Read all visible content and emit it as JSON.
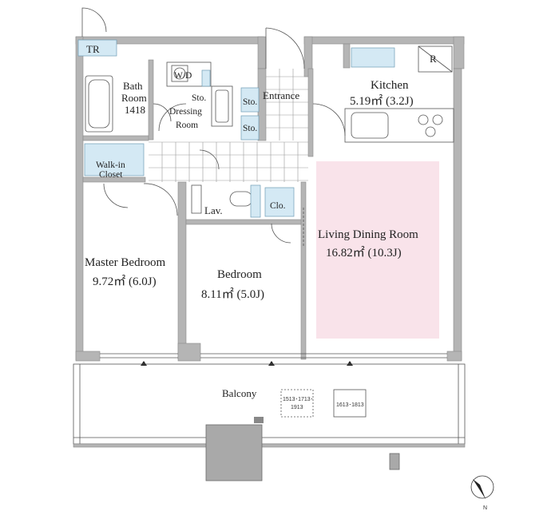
{
  "labels": {
    "tr": "TR",
    "bath_room": "Bath",
    "bath_room_2": "Room",
    "bath_size": "1418",
    "wd": "W/D",
    "sto_dressing": "Sto.",
    "dressing_room": "Dressing",
    "dressing_room_2": "Room",
    "sto_entrance_1": "Sto.",
    "sto_entrance_2": "Sto.",
    "entrance": "Entrance",
    "kitchen": "Kitchen",
    "kitchen_area": "5.19㎡ (3.2J)",
    "refrigerator": "R",
    "walk_in_closet": "Walk-in",
    "walk_in_closet_2": "Closet",
    "lav": "Lav.",
    "clo": "Clo.",
    "living_dining_room": "Living Dining Room",
    "living_area": "16.82㎡ (10.3J)",
    "master_bedroom": "Master Bedroom",
    "master_area": "9.72㎡ (6.0J)",
    "bedroom": "Bedroom",
    "bedroom_area": "8.11㎡ (5.0J)",
    "balcony": "Balcony",
    "unit_a_1": "1513･1713･",
    "unit_a_2": "1913",
    "unit_b": "1613･1813",
    "north": "N"
  },
  "colors": {
    "wall": "#b5b5b5",
    "living_highlight": "#f9e3ea",
    "storage_blue": "#d4e9f4"
  }
}
